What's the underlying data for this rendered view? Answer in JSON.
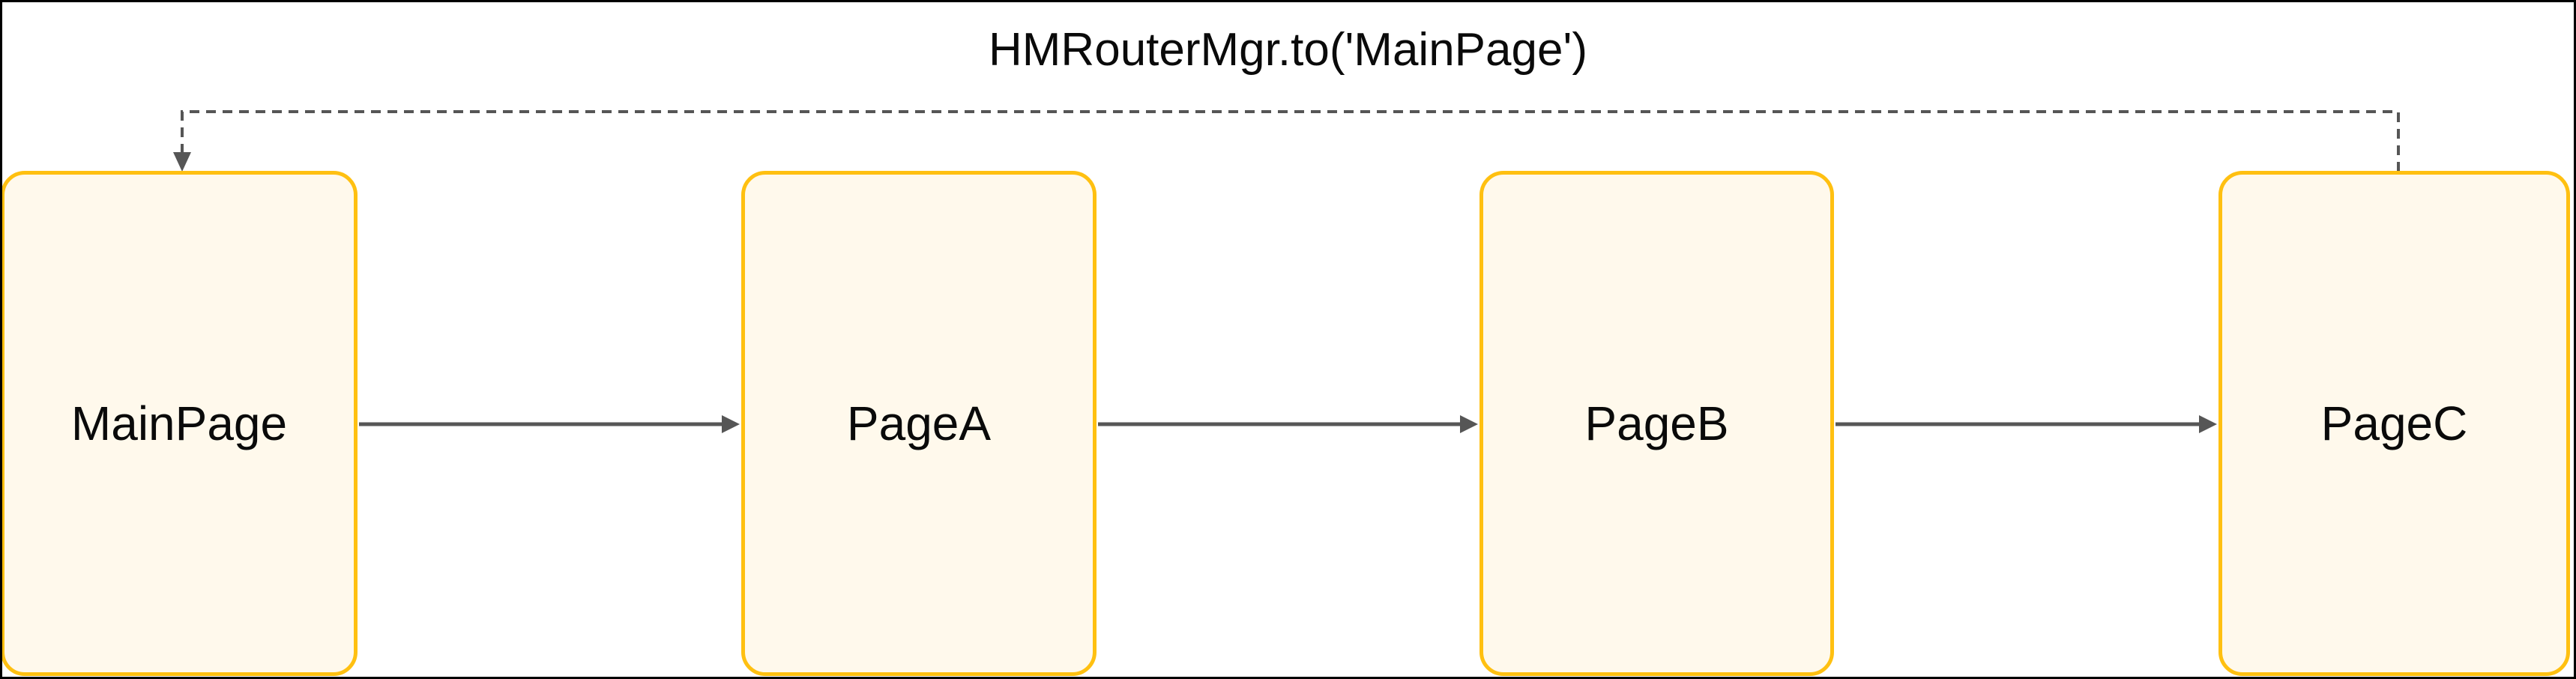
{
  "diagram": {
    "title": "HMRouterMgr.to('MainPage')",
    "nodes": [
      {
        "id": "main-page",
        "label": "MainPage"
      },
      {
        "id": "page-a",
        "label": "PageA"
      },
      {
        "id": "page-b",
        "label": "PageB"
      },
      {
        "id": "page-c",
        "label": "PageC"
      }
    ],
    "edges": [
      {
        "from": "MainPage",
        "to": "PageA",
        "style": "solid-arrow"
      },
      {
        "from": "PageA",
        "to": "PageB",
        "style": "solid-arrow"
      },
      {
        "from": "PageB",
        "to": "PageC",
        "style": "solid-arrow"
      },
      {
        "from": "PageC",
        "to": "MainPage",
        "style": "dashed-arrow",
        "label": "HMRouterMgr.to('MainPage')"
      }
    ],
    "colors": {
      "node_border": "#FFC011",
      "node_fill": "#FFF9EC",
      "connector_gray": "#565656",
      "text": "#0A0A0A",
      "frame": "#000000"
    }
  }
}
